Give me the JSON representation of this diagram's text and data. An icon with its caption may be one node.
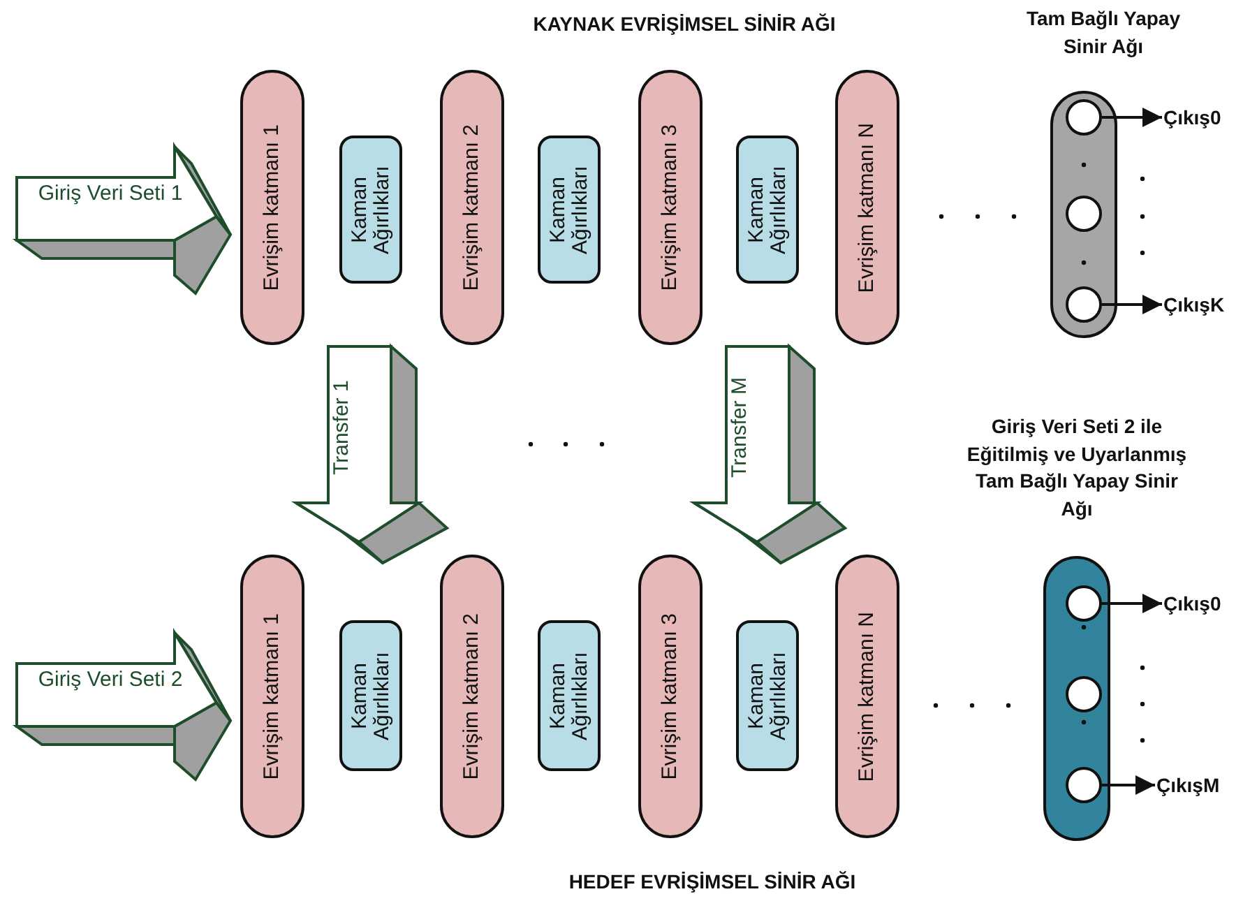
{
  "diagram": {
    "nodes": [
      {
        "text": [
          "Giriş Veri Seti 1"
        ]
      },
      {
        "text": [
          "Evrişim katmanı 1"
        ]
      },
      {
        "text": [
          "Kaman Ağırlıkları"
        ]
      },
      {
        "text": [
          "Evrişim katmanı 2"
        ]
      },
      {
        "text": [
          "Kaman Ağırlıkları"
        ]
      },
      {
        "text": [
          "Evrişim katmanı 3"
        ]
      },
      {
        "text": [
          "Kaman Ağırlıkları"
        ]
      },
      {
        "text": [
          "Evrişim katmanı N"
        ]
      },
      {
        "text": [
          "Tam Bağlı Yapay Sinir Ağı"
        ]
      },
      {
        "text": [],
        "shape": "circle",
        "in": 8
      },
      {
        "text": [],
        "shape": "circle",
        "in": 8
      },
      {
        "text": [],
        "shape": "circle",
        "in": 8
      },
      {
        "text": [
          "Çıkış0"
        ]
      },
      {
        "text": [
          "ÇıkışK"
        ]
      },
      {
        "text": [
          "Transfer 1"
        ]
      },
      {
        "text": [
          "Transfer M"
        ]
      },
      {
        "text": [
          "Giriş Veri Seti 2"
        ]
      },
      {
        "text": [
          "Evrişim katmanı 1"
        ]
      },
      {
        "text": [
          "Kaman Ağırlıkları"
        ]
      },
      {
        "text": [
          "Evrişim katmanı 2"
        ]
      },
      {
        "text": [
          "Kaman Ağırlıkları"
        ]
      },
      {
        "text": [
          "Evrişim katmanı 3"
        ]
      },
      {
        "text": [
          "Kaman Ağırlıkları"
        ]
      },
      {
        "text": [
          "Evrişim katmanı N"
        ]
      },
      {
        "text": [
          "Giriş Veri Seti 2 ile Eğitilmiş ve Uyarlanmış Tam Bağlı Yapay Sinir Ağı"
        ]
      },
      {
        "text": [],
        "shape": "circle",
        "in": 24
      },
      {
        "text": [],
        "shape": "circle",
        "in": 24
      },
      {
        "text": [],
        "shape": "circle",
        "in": 24
      },
      {
        "text": [
          "Çıkış0"
        ]
      },
      {
        "text": [
          "ÇıkışM"
        ]
      }
    ],
    "edges": [
      {
        "from": 9,
        "to": 12,
        "arrow": "to"
      },
      {
        "from": 11,
        "to": 13,
        "arrow": "to"
      },
      {
        "from": 25,
        "to": 28,
        "arrow": "to"
      },
      {
        "from": 27,
        "to": 29,
        "arrow": "to"
      }
    ],
    "labels": [
      "KAYNAK EVRİŞİMSEL SİNİR AĞI",
      "HEDEF EVRİŞİMSEL SİNİR AĞI"
    ]
  }
}
